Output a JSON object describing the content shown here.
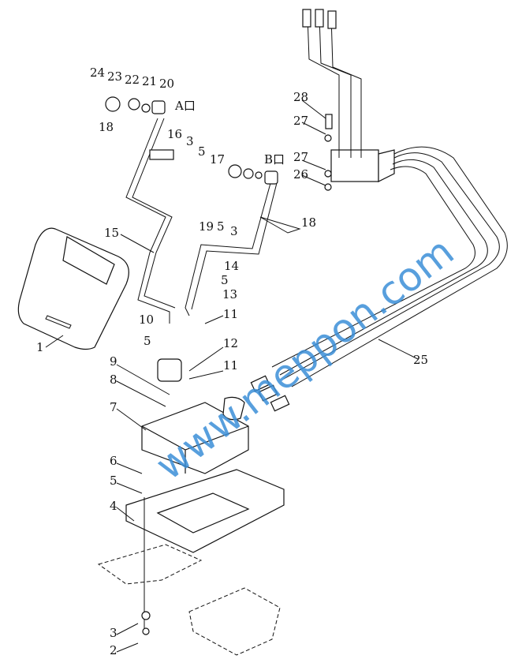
{
  "diagram": {
    "callouts": [
      "24",
      "23",
      "22",
      "21",
      "20",
      "18",
      "16",
      "3",
      "5",
      "17",
      "19",
      "5",
      "3",
      "18",
      "15",
      "14",
      "5",
      "13",
      "10",
      "11",
      "5",
      "12",
      "11",
      "9",
      "8",
      "7",
      "6",
      "5",
      "4",
      "1",
      "3",
      "2",
      "28",
      "27",
      "27",
      "26",
      "25"
    ],
    "port_a": "A口",
    "port_b": "B口"
  },
  "watermark": "www.meppon.com",
  "colors": {
    "line": "#111111",
    "watermark": "#3b8fd8"
  }
}
